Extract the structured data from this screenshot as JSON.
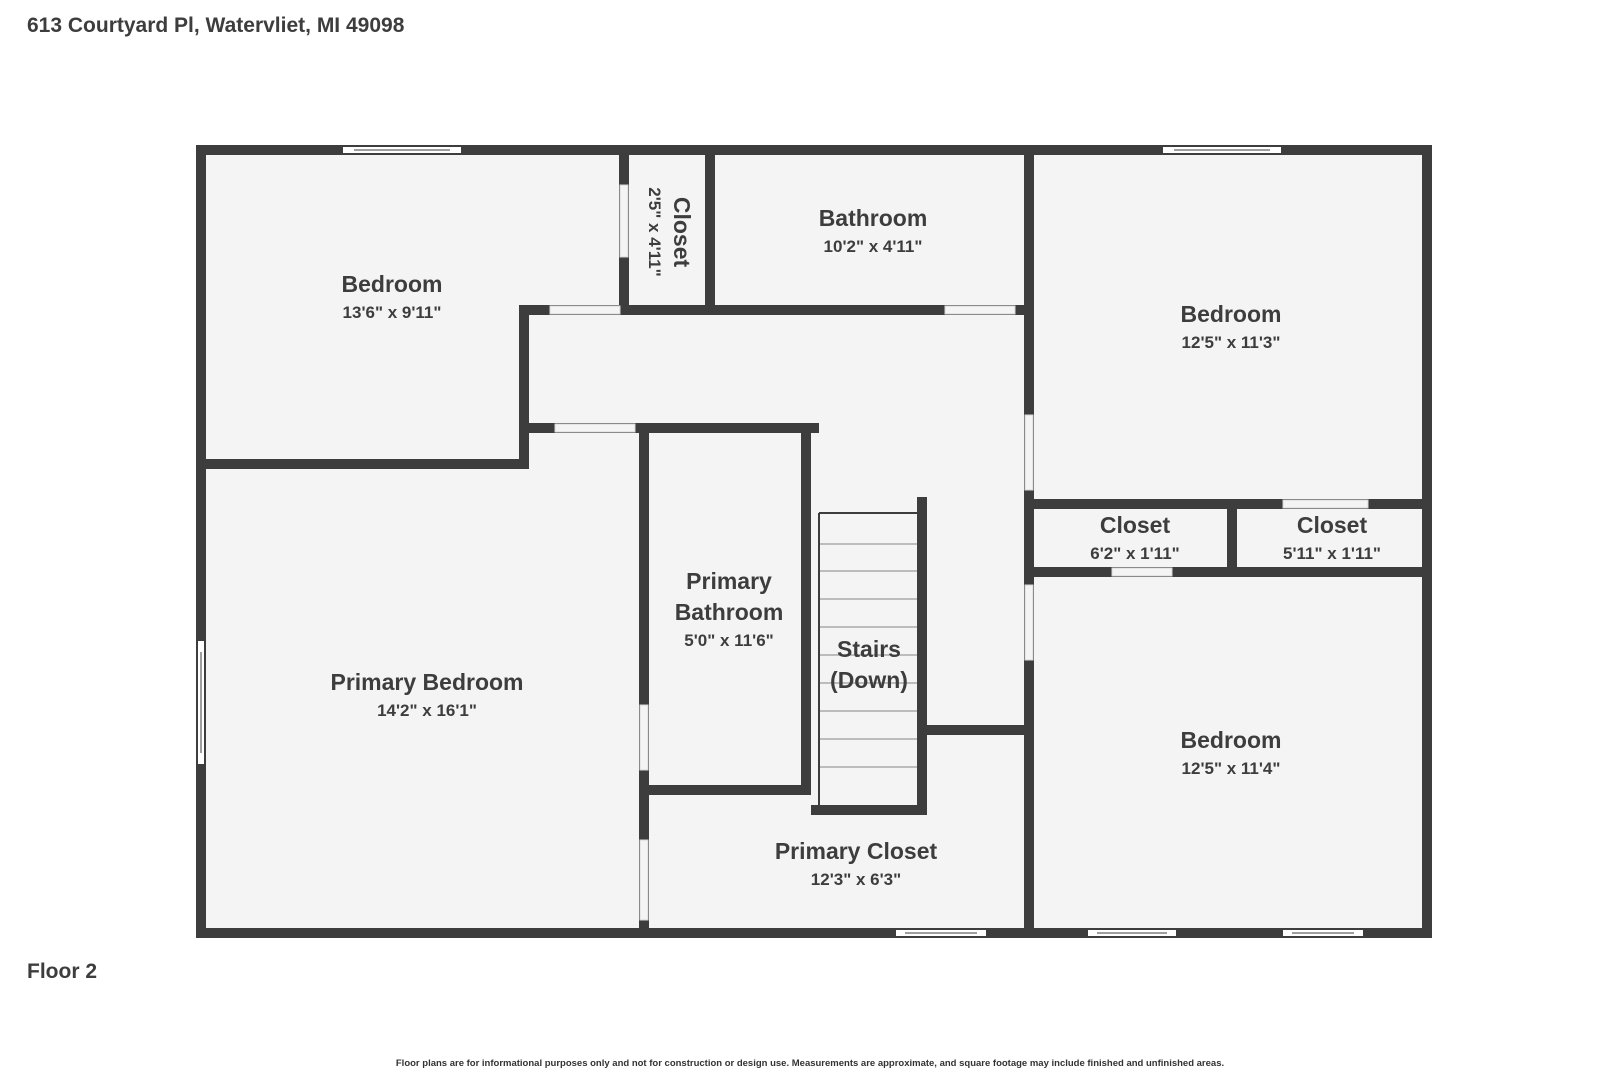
{
  "header": {
    "address": "613 Courtyard Pl, Watervliet, MI 49098"
  },
  "footer": {
    "floor_label": "Floor 2",
    "disclaimer": "Floor plans are for informational purposes only and not for construction or design use. Measurements are approximate, and square footage may include finished and unfinished areas."
  },
  "colors": {
    "wall": "#3d3d3d",
    "floor": "#f4f4f4",
    "background": "#ffffff"
  },
  "rooms": {
    "bedroom_nw": {
      "name": "Bedroom",
      "dims": "13'6\" x 9'11\""
    },
    "closet_small": {
      "name": "Closet",
      "dims": "2'5\" x 4'11\""
    },
    "bathroom": {
      "name": "Bathroom",
      "dims": "10'2\" x 4'11\""
    },
    "bedroom_ne": {
      "name": "Bedroom",
      "dims": "12'5\" x 11'3\""
    },
    "closet_left": {
      "name": "Closet",
      "dims": "6'2\" x 1'11\""
    },
    "closet_right": {
      "name": "Closet",
      "dims": "5'11\" x 1'11\""
    },
    "primary_bathroom": {
      "name_line1": "Primary",
      "name_line2": "Bathroom",
      "dims": "5'0\" x 11'6\""
    },
    "stairs": {
      "name_line1": "Stairs",
      "name_line2": "(Down)"
    },
    "primary_bedroom": {
      "name": "Primary Bedroom",
      "dims": "14'2\" x 16'1\""
    },
    "bedroom_se": {
      "name": "Bedroom",
      "dims": "12'5\" x 11'4\""
    },
    "primary_closet": {
      "name": "Primary Closet",
      "dims": "12'3\" x 6'3\""
    }
  }
}
